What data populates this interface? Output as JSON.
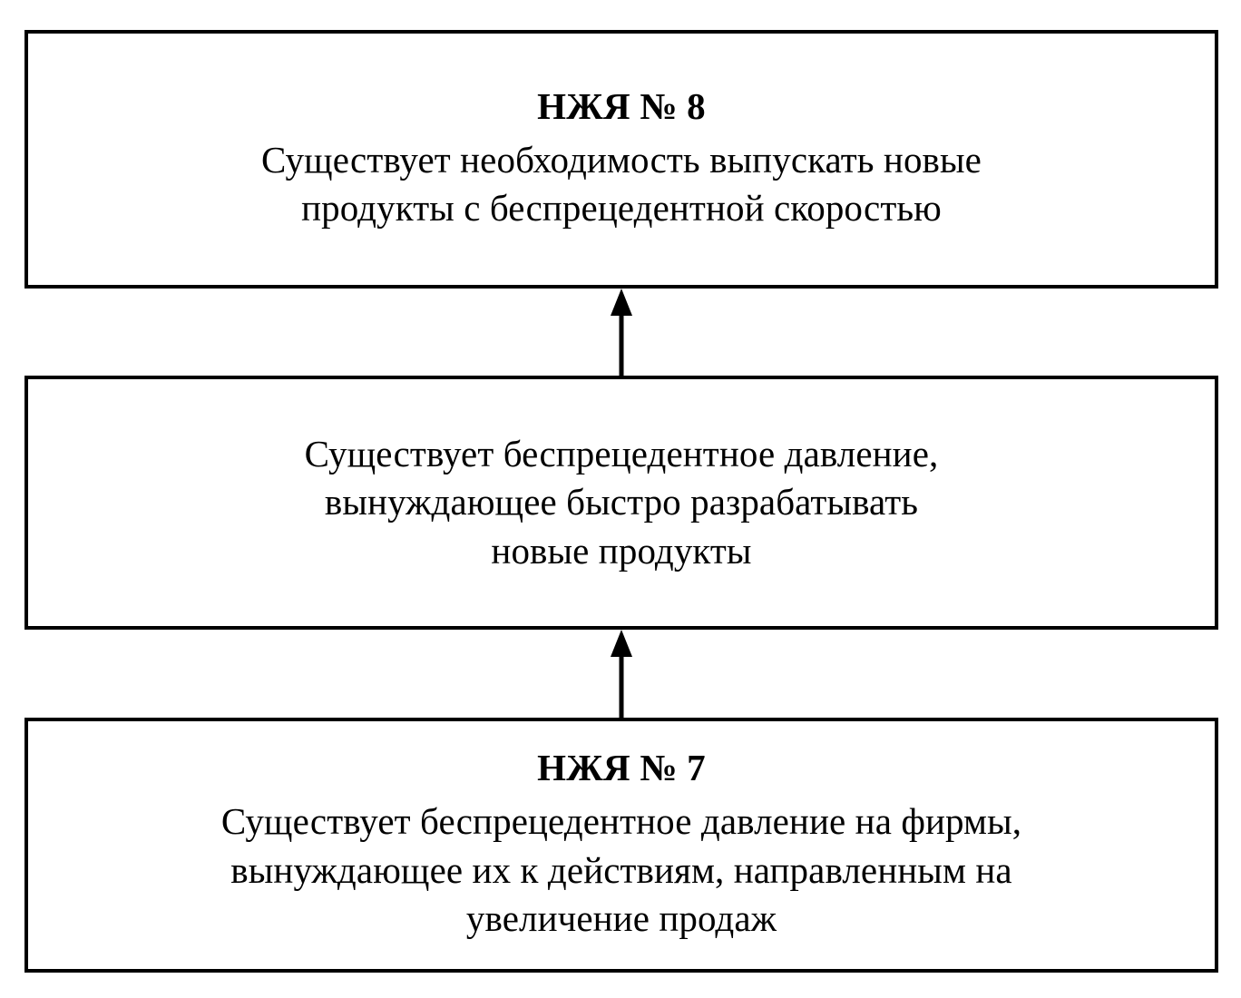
{
  "diagram": {
    "type": "flowchart",
    "orientation": "bottom-to-top",
    "language": "ru",
    "background_color": "#ffffff",
    "line_color": "#000000",
    "text_color": "#000000",
    "nodes": [
      {
        "id": "node-8",
        "label": "НЖЯ № 8",
        "title": "НЖЯ № 8",
        "lines": [
          "Существует необходимость выпускать новые",
          "продукты с беспрецедентной скоростью"
        ],
        "full_text": "НЖЯ № 8 Существует необходимость выпускать новые продукты с беспрецедентной скоростью"
      },
      {
        "id": "node-middle",
        "label": "Существует беспрецедентное давление",
        "title": "",
        "lines": [
          "Существует беспрецедентное давление,",
          "вынуждающее быстро разрабатывать",
          "новые продукты"
        ],
        "full_text": "Существует беспрецедентное давление, вынуждающее быстро разрабатывать новые продукты"
      },
      {
        "id": "node-7",
        "label": "НЖЯ № 7",
        "title": "НЖЯ № 7",
        "lines": [
          "Существует беспрецедентное давление на фирмы,",
          "вынуждающее их к действиям, направленным на",
          "увеличение продаж"
        ],
        "full_text": "НЖЯ № 7 Существует беспрецедентное давление на фирмы, вынуждающее их к действиям, направленным на увеличение продаж"
      }
    ],
    "edges": [
      {
        "id": "edge-7-to-middle",
        "from": "node-7",
        "to": "node-middle",
        "arrowhead": "solid-triangle",
        "direction": "up"
      },
      {
        "id": "edge-middle-to-8",
        "from": "node-middle",
        "to": "node-8",
        "arrowhead": "solid-triangle",
        "direction": "up"
      }
    ]
  }
}
